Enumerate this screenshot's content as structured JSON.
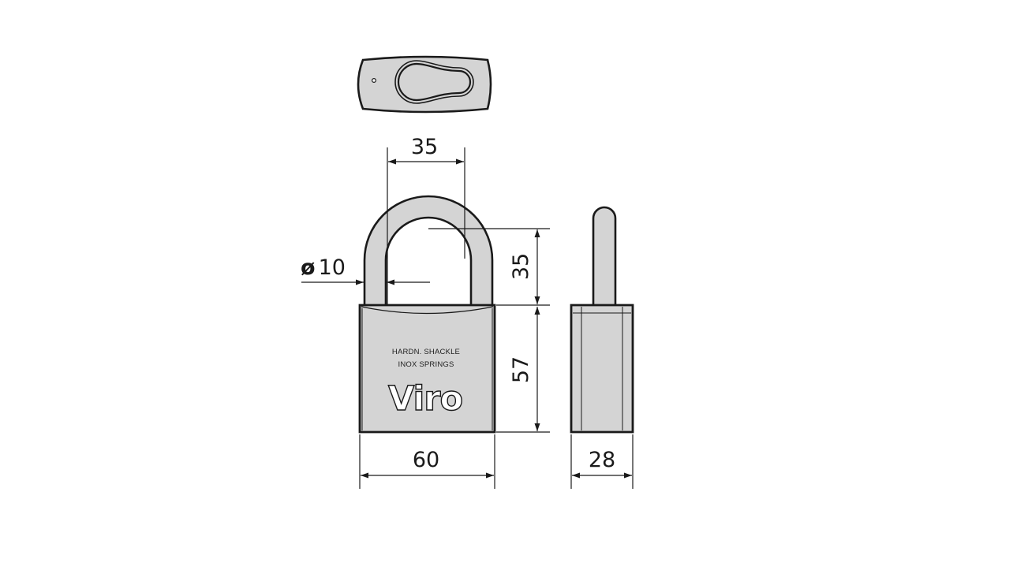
{
  "colors": {
    "line": "#1a1a1a",
    "fill": "#d4d4d4",
    "fill_light": "#e2e2e2",
    "background": "#ffffff"
  },
  "dimensions": {
    "shackle_width": "35",
    "shackle_height": "35",
    "shackle_diameter": "10",
    "body_height": "57",
    "body_width": "60",
    "body_depth": "28"
  },
  "symbols": {
    "diameter": "ø"
  },
  "engraving": {
    "line1": "HARDN. SHACKLE",
    "line2": "INOX SPRINGS",
    "brand": "Viro"
  }
}
